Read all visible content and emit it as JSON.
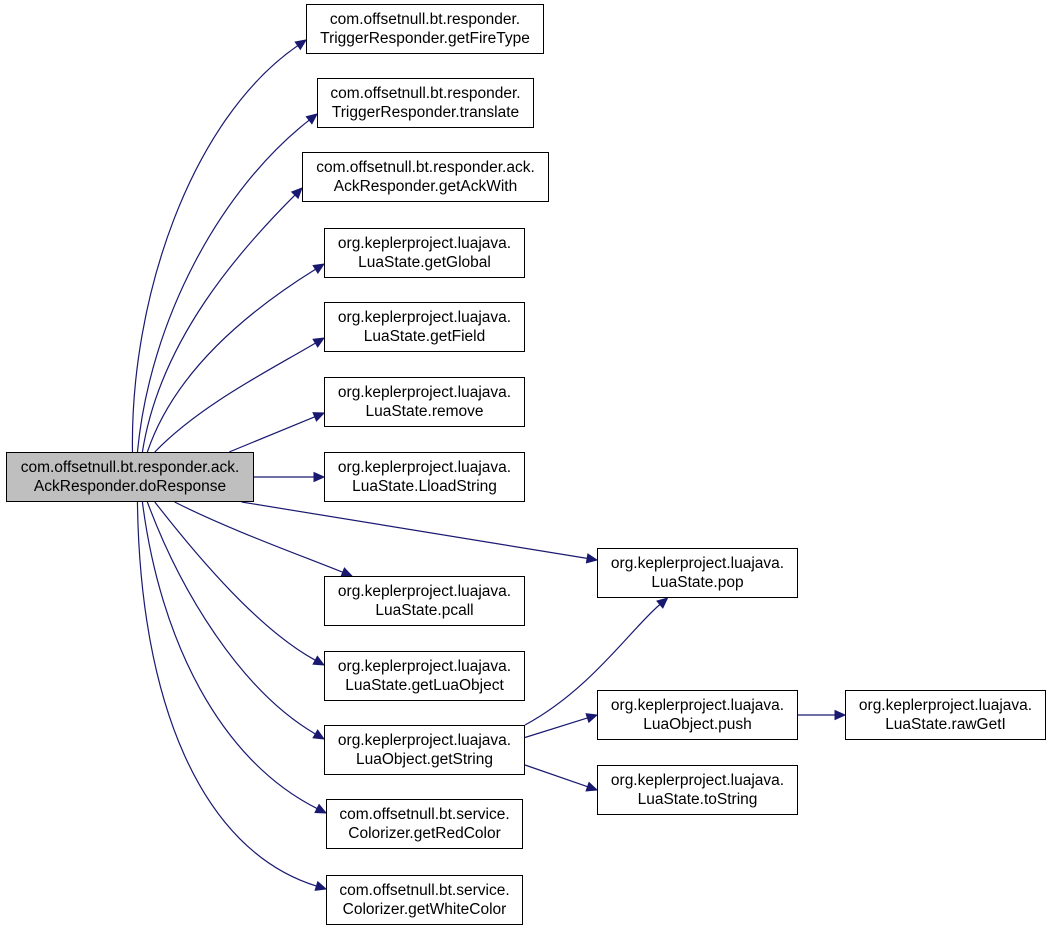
{
  "colors": {
    "edge": "#191970",
    "border": "#000000",
    "root_fill": "#bfbfbf",
    "node_fill": "#ffffff"
  },
  "nodes": {
    "root": {
      "line1": "com.offsetnull.bt.responder.ack.",
      "line2": "AckResponder.doResponse"
    },
    "getFireType": {
      "line1": "com.offsetnull.bt.responder.",
      "line2": "TriggerResponder.getFireType"
    },
    "translate": {
      "line1": "com.offsetnull.bt.responder.",
      "line2": "TriggerResponder.translate"
    },
    "getAckWith": {
      "line1": "com.offsetnull.bt.responder.ack.",
      "line2": "AckResponder.getAckWith"
    },
    "getGlobal": {
      "line1": "org.keplerproject.luajava.",
      "line2": "LuaState.getGlobal"
    },
    "getField": {
      "line1": "org.keplerproject.luajava.",
      "line2": "LuaState.getField"
    },
    "remove": {
      "line1": "org.keplerproject.luajava.",
      "line2": "LuaState.remove"
    },
    "lloadString": {
      "line1": "org.keplerproject.luajava.",
      "line2": "LuaState.LloadString"
    },
    "pcall": {
      "line1": "org.keplerproject.luajava.",
      "line2": "LuaState.pcall"
    },
    "getLuaObject": {
      "line1": "org.keplerproject.luajava.",
      "line2": "LuaState.getLuaObject"
    },
    "getString": {
      "line1": "org.keplerproject.luajava.",
      "line2": "LuaObject.getString"
    },
    "getRedColor": {
      "line1": "com.offsetnull.bt.service.",
      "line2": "Colorizer.getRedColor"
    },
    "getWhiteColor": {
      "line1": "com.offsetnull.bt.service.",
      "line2": "Colorizer.getWhiteColor"
    },
    "pop": {
      "line1": "org.keplerproject.luajava.",
      "line2": "LuaState.pop"
    },
    "push": {
      "line1": "org.keplerproject.luajava.",
      "line2": "LuaObject.push"
    },
    "toString": {
      "line1": "org.keplerproject.luajava.",
      "line2": "LuaState.toString"
    },
    "rawGetI": {
      "line1": "org.keplerproject.luajava.",
      "line2": "LuaState.rawGetI"
    }
  },
  "edges": [
    {
      "from": "root",
      "to": "getFireType"
    },
    {
      "from": "root",
      "to": "translate"
    },
    {
      "from": "root",
      "to": "getAckWith"
    },
    {
      "from": "root",
      "to": "getGlobal"
    },
    {
      "from": "root",
      "to": "getField"
    },
    {
      "from": "root",
      "to": "remove"
    },
    {
      "from": "root",
      "to": "lloadString"
    },
    {
      "from": "root",
      "to": "pop"
    },
    {
      "from": "root",
      "to": "pcall"
    },
    {
      "from": "root",
      "to": "getLuaObject"
    },
    {
      "from": "root",
      "to": "getString"
    },
    {
      "from": "root",
      "to": "getRedColor"
    },
    {
      "from": "root",
      "to": "getWhiteColor"
    },
    {
      "from": "getString",
      "to": "pop"
    },
    {
      "from": "getString",
      "to": "push"
    },
    {
      "from": "getString",
      "to": "toString"
    },
    {
      "from": "push",
      "to": "rawGetI"
    }
  ]
}
